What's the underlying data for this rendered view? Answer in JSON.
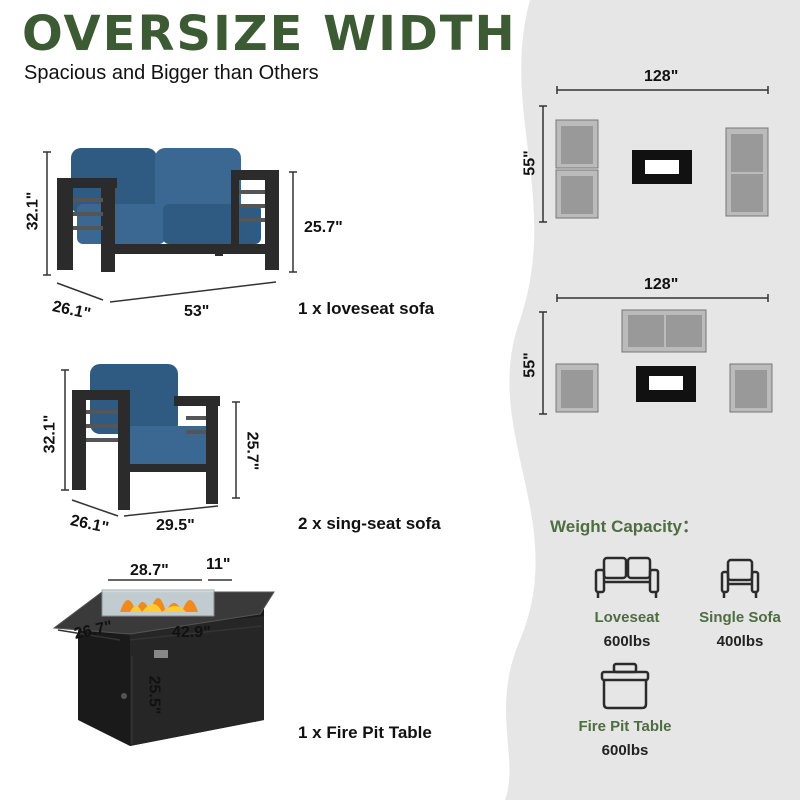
{
  "header": {
    "title": "OVERSIZE  WIDTH",
    "subtitle": "Spacious and Bigger than Others"
  },
  "loveseat": {
    "height": "32.1\"",
    "seat_height": "25.7\"",
    "depth": "26.1\"",
    "width": "53\"",
    "caption": "1 x loveseat sofa"
  },
  "single_sofa": {
    "height": "32.1\"",
    "seat_height": "25.7\"",
    "depth": "26.1\"",
    "width": "29.5\"",
    "caption": "2 x sing-seat sofa"
  },
  "fire_pit": {
    "glass_length": "28.7\"",
    "glass_width": "11\"",
    "depth": "26.7\"",
    "length": "42.9\"",
    "height": "25.5\"",
    "caption": "1 x Fire Pit Table"
  },
  "layout_top": {
    "width": "128\"",
    "depth": "55\""
  },
  "layout_bottom": {
    "width": "128\"",
    "depth": "55\""
  },
  "weight_capacity": {
    "title": "Weight Capacity：",
    "items": [
      {
        "label": "Loveseat",
        "weight": "600lbs"
      },
      {
        "label": "Single Sofa",
        "weight": "400lbs"
      },
      {
        "label": "Fire Pit Table",
        "weight": "600lbs"
      }
    ]
  },
  "colors": {
    "title_green": "#3c5a33",
    "accent_green": "#4e6d41",
    "cushion_blue": "#2f5b82",
    "frame_dark": "#2b2b2b",
    "panel_gray": "#e5e5e5"
  }
}
